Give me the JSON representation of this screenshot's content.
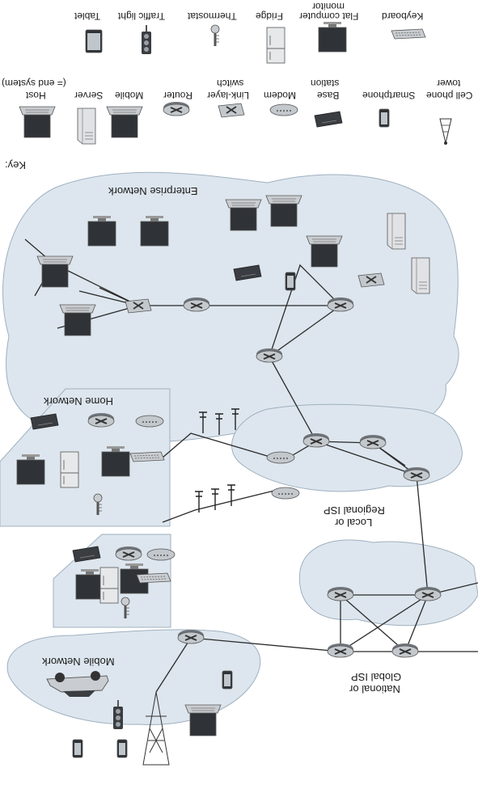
{
  "key": {
    "title": "Key:",
    "row1": [
      {
        "name": "host",
        "label": "Host",
        "sub": "(= end system)"
      },
      {
        "name": "server",
        "label": "Server"
      },
      {
        "name": "mobile",
        "label": "Mobile"
      },
      {
        "name": "router",
        "label": "Router"
      },
      {
        "name": "link-layer-switch",
        "label": "Link-layer",
        "sub": "switch"
      },
      {
        "name": "modem",
        "label": "Modem"
      },
      {
        "name": "base-station",
        "label": "Base",
        "sub": "station"
      },
      {
        "name": "smartphone",
        "label": "Smartphone"
      },
      {
        "name": "cell-phone-tower",
        "label": "Cell phone",
        "sub": "tower"
      }
    ],
    "row2": [
      {
        "name": "tablet",
        "label": "Tablet"
      },
      {
        "name": "traffic-light",
        "label": "Traffic light"
      },
      {
        "name": "thermostat",
        "label": "Thermostat"
      },
      {
        "name": "fridge",
        "label": "Fridge"
      },
      {
        "name": "flat-computer-monitor",
        "label": "Flat computer",
        "sub": "monitor"
      },
      {
        "name": "keyboard",
        "label": "Keyboard"
      }
    ]
  },
  "networks": {
    "enterprise": "Enterprise Network",
    "home": "Home Network",
    "mobile": "Mobile Network",
    "regional_line1": "Local or",
    "regional_line2": "Regional ISP",
    "national_line1": "National or",
    "national_line2": "Global ISP"
  },
  "colors": {
    "cloud_fill": "#dde6ee",
    "cloud_stroke": "#9fb0c0",
    "device_dark": "#3a3a3a",
    "device_light": "#c9ccd0",
    "link": "#2a2a2a"
  }
}
